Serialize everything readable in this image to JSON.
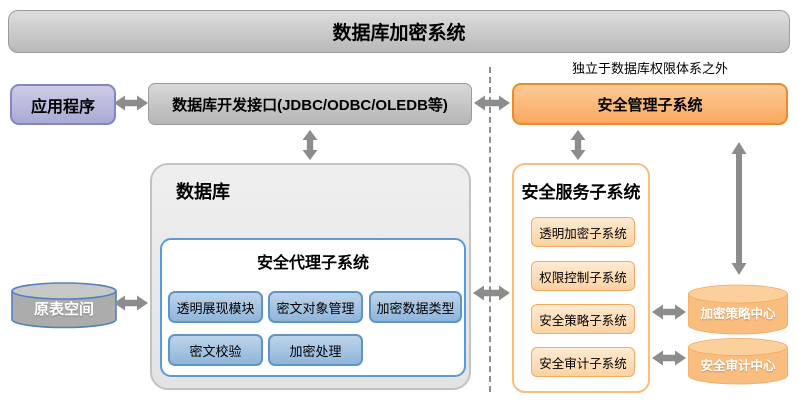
{
  "banner": {
    "title": "数据库加密系统"
  },
  "note": "独立于数据库权限体系之外",
  "app_box": {
    "label": "应用程序"
  },
  "interface_box": {
    "label": "数据库开发接口(JDBC/ODBC/OLEDB等)"
  },
  "mgmt_box": {
    "label": "安全管理子系统"
  },
  "database": {
    "label": "数据库",
    "agent": {
      "title": "安全代理子系统",
      "modules": [
        "透明展现模块",
        "密文对象管理",
        "加密数据类型",
        "密文校验",
        "加密处理"
      ]
    }
  },
  "service": {
    "title": "安全服务子系统",
    "subsystems": [
      "透明加密子系统",
      "权限控制子系统",
      "安全策略子系统",
      "安全审计子系统"
    ]
  },
  "cylinders": {
    "source_tablespace": "原表空间",
    "policy_center": "加密策略中心",
    "audit_center": "安全审计中心"
  },
  "icons": {
    "horizontal_arrows": "double-headed-horizontal-arrow",
    "vertical_arrows": "double-headed-vertical-arrow",
    "cylinder": "database-cylinder"
  },
  "colors": {
    "banner_gray": "#c9c9c9",
    "purple_fill": "#a9aad4",
    "purple_border": "#8486c4",
    "gray_fill": "#c3c3c3",
    "orange_fill": "#f9a95e",
    "orange_border": "#e88c2d",
    "orange_light_fill": "#fbd2a2",
    "blue_border": "#5b9bd5",
    "blue_fill": "#8fb5db",
    "arrow_gray": "#8c8c8c",
    "gray_cylinder": "#acacac",
    "orange_cylinder": "#f9be7f"
  }
}
